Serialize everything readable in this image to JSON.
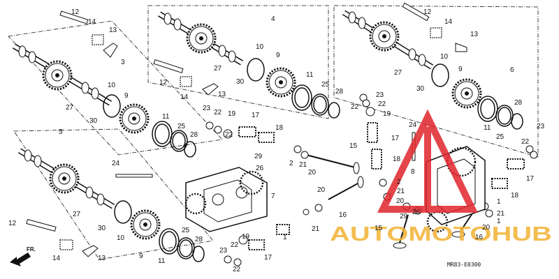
{
  "diagram": {
    "callouts": [
      {
        "id": "c1",
        "text": "12"
      },
      {
        "id": "c2",
        "text": "14"
      },
      {
        "id": "c3",
        "text": "13"
      },
      {
        "id": "c4",
        "text": "3"
      },
      {
        "id": "c5",
        "text": "10"
      },
      {
        "id": "c6",
        "text": "9"
      },
      {
        "id": "c7",
        "text": "27"
      },
      {
        "id": "c8",
        "text": "30"
      },
      {
        "id": "c9",
        "text": "11"
      },
      {
        "id": "c10",
        "text": "25"
      },
      {
        "id": "c11",
        "text": "28"
      },
      {
        "id": "c12",
        "text": "4"
      },
      {
        "id": "c13",
        "text": "10"
      },
      {
        "id": "c14",
        "text": "9"
      },
      {
        "id": "c15",
        "text": "27"
      },
      {
        "id": "c16",
        "text": "30"
      },
      {
        "id": "c17",
        "text": "12"
      },
      {
        "id": "c18",
        "text": "14"
      },
      {
        "id": "c19",
        "text": "13"
      },
      {
        "id": "c20",
        "text": "11"
      },
      {
        "id": "c21",
        "text": "25"
      },
      {
        "id": "c22",
        "text": "28"
      },
      {
        "id": "c23",
        "text": "23"
      },
      {
        "id": "c24",
        "text": "22"
      },
      {
        "id": "c25",
        "text": "19"
      },
      {
        "id": "c26",
        "text": "22"
      },
      {
        "id": "c27",
        "text": "17"
      },
      {
        "id": "c28",
        "text": "18"
      },
      {
        "id": "c29",
        "text": "12"
      },
      {
        "id": "c30",
        "text": "14"
      },
      {
        "id": "c31",
        "text": "13"
      },
      {
        "id": "c32",
        "text": "6"
      },
      {
        "id": "c33",
        "text": "27"
      },
      {
        "id": "c34",
        "text": "10"
      },
      {
        "id": "c35",
        "text": "30"
      },
      {
        "id": "c36",
        "text": "9"
      },
      {
        "id": "c37",
        "text": "23"
      },
      {
        "id": "c38",
        "text": "22"
      },
      {
        "id": "c39",
        "text": "22"
      },
      {
        "id": "c40",
        "text": "19"
      },
      {
        "id": "c41",
        "text": "11"
      },
      {
        "id": "c42",
        "text": "25"
      },
      {
        "id": "c43",
        "text": "28"
      },
      {
        "id": "c44",
        "text": "24"
      },
      {
        "id": "c45",
        "text": "17"
      },
      {
        "id": "c46",
        "text": "18"
      },
      {
        "id": "c47",
        "text": "5"
      },
      {
        "id": "c48",
        "text": "29"
      },
      {
        "id": "c49",
        "text": "26"
      },
      {
        "id": "c50",
        "text": "24"
      },
      {
        "id": "c51",
        "text": "27"
      },
      {
        "id": "c52",
        "text": "7"
      },
      {
        "id": "c53",
        "text": "2"
      },
      {
        "id": "c54",
        "text": "21"
      },
      {
        "id": "c55",
        "text": "20"
      },
      {
        "id": "c56",
        "text": "15"
      },
      {
        "id": "c57",
        "text": "20"
      },
      {
        "id": "c58",
        "text": "21"
      },
      {
        "id": "c59",
        "text": "1"
      },
      {
        "id": "c60",
        "text": "16"
      },
      {
        "id": "c61",
        "text": "12"
      },
      {
        "id": "c62",
        "text": "30"
      },
      {
        "id": "c63",
        "text": "10"
      },
      {
        "id": "c64",
        "text": "9"
      },
      {
        "id": "c65",
        "text": "25"
      },
      {
        "id": "c66",
        "text": "28"
      },
      {
        "id": "c67",
        "text": "11"
      },
      {
        "id": "c68",
        "text": "14"
      },
      {
        "id": "c69",
        "text": "13"
      },
      {
        "id": "c70",
        "text": "23"
      },
      {
        "id": "c71",
        "text": "22"
      },
      {
        "id": "c72",
        "text": "19"
      },
      {
        "id": "c73",
        "text": "22"
      },
      {
        "id": "c74",
        "text": "17"
      },
      {
        "id": "c75",
        "text": "1"
      },
      {
        "id": "c76",
        "text": "8"
      },
      {
        "id": "c77",
        "text": "2"
      },
      {
        "id": "c78",
        "text": "21"
      },
      {
        "id": "c79",
        "text": "20"
      },
      {
        "id": "c80",
        "text": "29"
      },
      {
        "id": "c81",
        "text": "26"
      },
      {
        "id": "c82",
        "text": "15"
      },
      {
        "id": "c83",
        "text": "16"
      },
      {
        "id": "c84",
        "text": "23"
      },
      {
        "id": "c85",
        "text": "22"
      },
      {
        "id": "c86",
        "text": "17"
      },
      {
        "id": "c87",
        "text": "18"
      },
      {
        "id": "c88",
        "text": "21"
      },
      {
        "id": "c89",
        "text": "1"
      },
      {
        "id": "c90",
        "text": "20"
      }
    ],
    "direction_label": "FR.",
    "diagram_code": "MR83-E0300"
  },
  "watermark": {
    "text": "AUTOMOTOHUB",
    "colors": {
      "triangle": "#e0252b",
      "letters": "#f2b233"
    }
  }
}
